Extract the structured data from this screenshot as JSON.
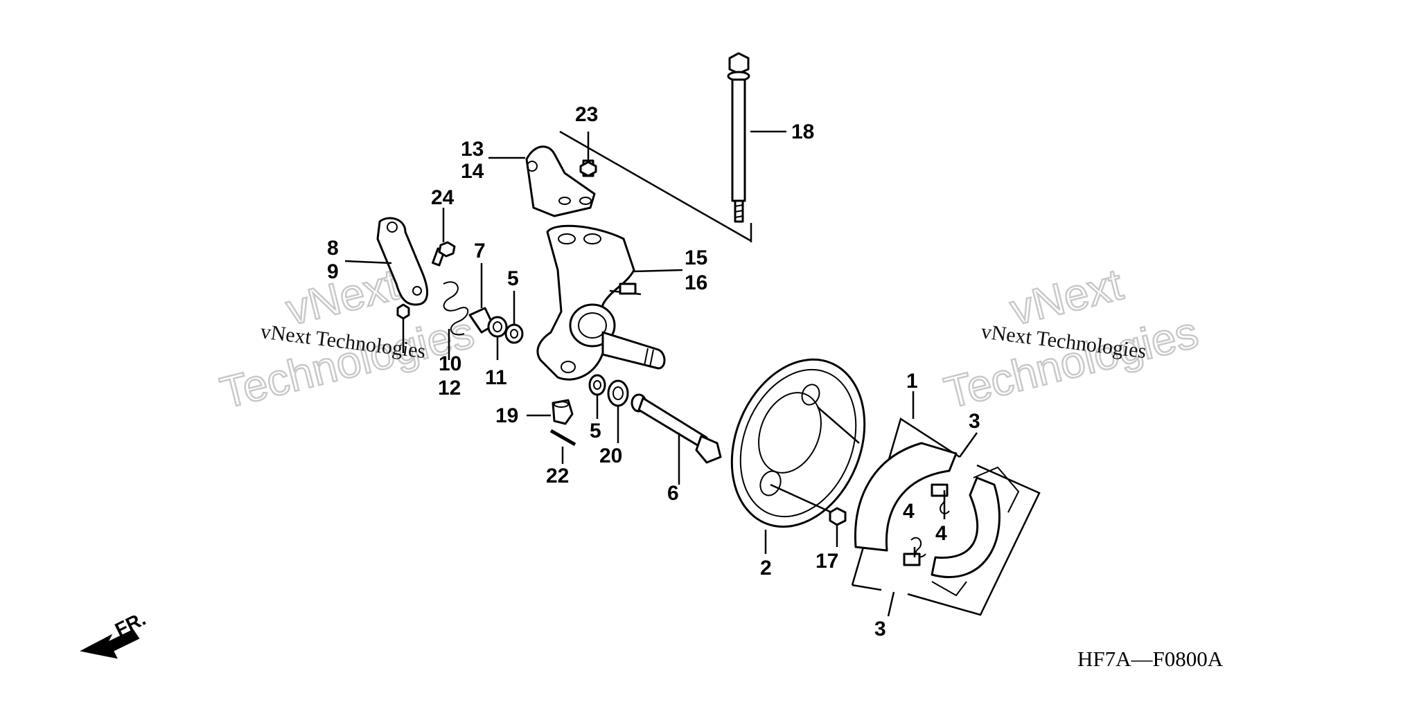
{
  "callouts": {
    "c1": "1",
    "c2": "2",
    "c3a": "3",
    "c3b": "3",
    "c4a": "4",
    "c4b": "4",
    "c5a": "5",
    "c5b": "5",
    "c6": "6",
    "c7": "7",
    "c8": "8",
    "c9": "9",
    "c10": "10",
    "c11": "11",
    "c12": "12",
    "c13": "13",
    "c14": "14",
    "c15": "15",
    "c16": "16",
    "c17": "17",
    "c18": "18",
    "c19": "19",
    "c20": "20",
    "c22": "22",
    "c23": "23",
    "c24": "24"
  },
  "watermark": {
    "company": "vNext Technologies",
    "brand": "vNext",
    "brand2": "Technologies"
  },
  "direction_label": "FR.",
  "diagram_code": "HF7A—F0800A"
}
